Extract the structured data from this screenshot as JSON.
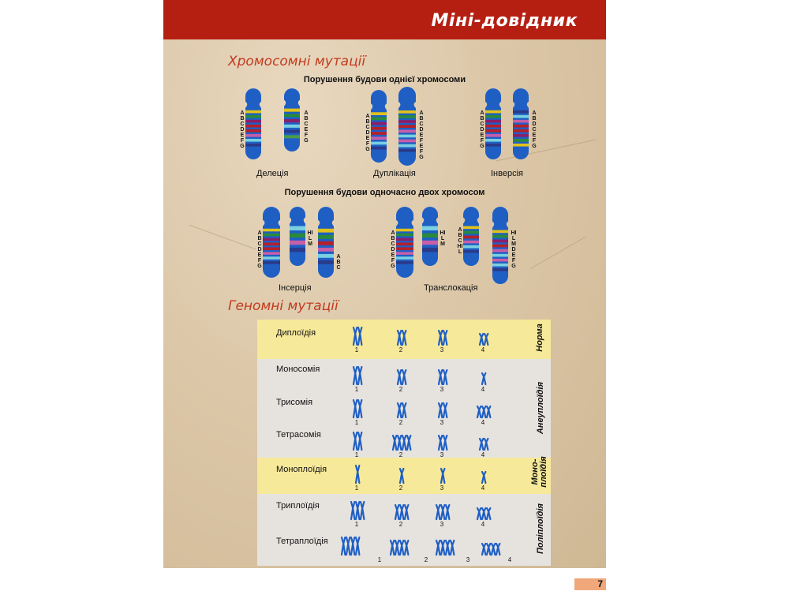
{
  "header": {
    "title": "Міні-довідник"
  },
  "chromosomal": {
    "heading": "Хромосомні мутації",
    "one_chrom_title": "Порушення будови однієї хромосоми",
    "two_chrom_title": "Порушення будови одночасно двох хромосом",
    "deletion": {
      "caption": "Делеція",
      "letters_a": "ABCDEFG",
      "letters_b": "ABCEFG"
    },
    "duplication": {
      "caption": "Дуплікація",
      "letters_a": "ABCDEFG",
      "letters_b": "ABCDEFEFG"
    },
    "inversion": {
      "caption": "Інверсія",
      "letters_a": "ABCDEFG",
      "letters_b": "ABDCEFG"
    },
    "insertion": {
      "caption": "Інсерція",
      "letters_a": "ABCDEFG",
      "letters_b": "HILM",
      "letters_c": "ABC"
    },
    "translocation": {
      "caption": "Транслокація",
      "letters_a": "ABCDEFG",
      "letters_b": "HILM",
      "letters_c": "ABCHIL",
      "letters_d": "HILMDEFG"
    }
  },
  "genomic": {
    "heading": "Геномні мутації",
    "rows": [
      {
        "label": "Диплоїдія",
        "counts": [
          2,
          2,
          2,
          2
        ]
      },
      {
        "label": "Моносомія",
        "counts": [
          2,
          2,
          2,
          1
        ]
      },
      {
        "label": "Трисомія",
        "counts": [
          2,
          2,
          2,
          3
        ]
      },
      {
        "label": "Тетрасомія",
        "counts": [
          2,
          4,
          2,
          2
        ]
      },
      {
        "label": "Моноплоїдія",
        "counts": [
          1,
          1,
          1,
          1
        ]
      },
      {
        "label": "Триплоїдія",
        "counts": [
          3,
          3,
          3,
          3
        ]
      },
      {
        "label": "Тетраплоїдія",
        "counts": [
          4,
          4,
          4,
          4
        ]
      }
    ],
    "numbers": [
      "1",
      "2",
      "3",
      "4"
    ],
    "groups": {
      "norm": "Норма",
      "aneuploidy": "Анеуплоїдія",
      "mono_1": "Моно-",
      "mono_2": "плоїдія",
      "polyploidy": "Поліплоїдія"
    }
  },
  "colors": {
    "header_red": "#b51f12",
    "chromosome_blue": "#1f5fc4",
    "highlight_yellow": "#f7e99a"
  },
  "page_number": "7"
}
